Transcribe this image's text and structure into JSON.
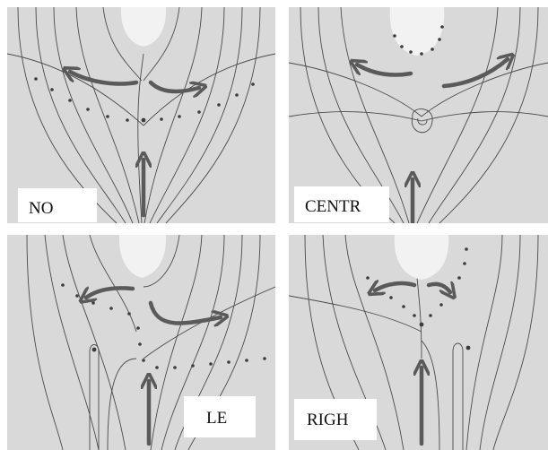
{
  "figure": {
    "colors": {
      "background": "#d9d9d9",
      "streamline": "#4a4a4a",
      "arrow": "#5a5a5a",
      "dots": "#3c3c3c",
      "separator": "#ffffff",
      "label_box": "#ffffff"
    },
    "panels": [
      {
        "id": "no",
        "label": "NO"
      },
      {
        "id": "centr",
        "label": "CENTR"
      },
      {
        "id": "le",
        "label": "LE"
      },
      {
        "id": "righ",
        "label": "RIGH"
      }
    ]
  }
}
